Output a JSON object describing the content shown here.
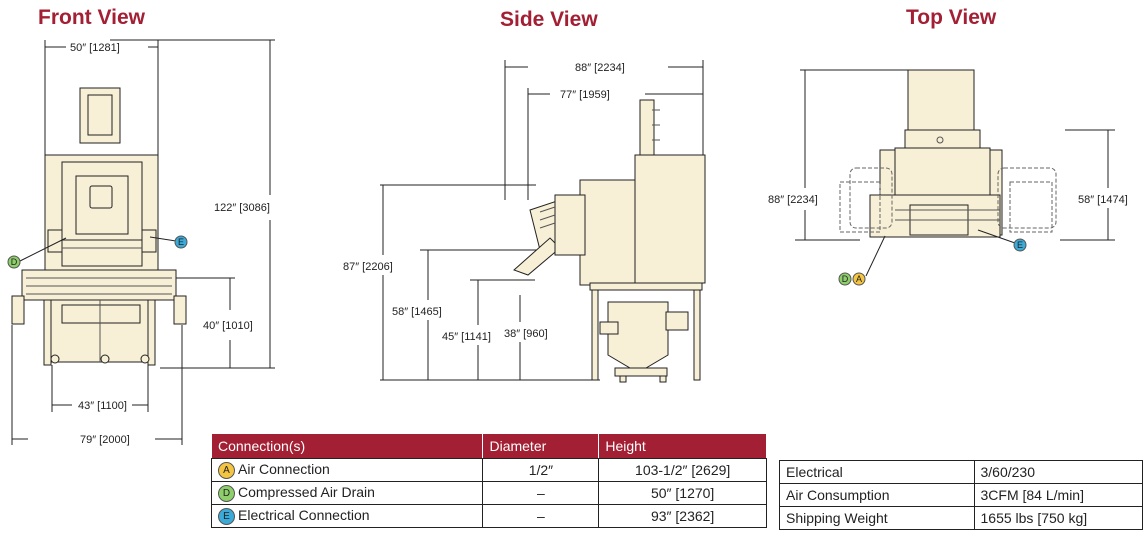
{
  "views": {
    "front": {
      "title": "Front View",
      "dims": {
        "width_top": "50″ [1281]",
        "height_total": "122″ [3086]",
        "height_table": "40″ [1010]",
        "width_legs": "43″ [1100]",
        "width_total": "79″ [2000]"
      },
      "labels": {
        "d": "D",
        "e": "E"
      }
    },
    "side": {
      "title": "Side View",
      "dims": {
        "length_total": "88″ [2234]",
        "length_inner": "77″ [1959]",
        "height_87": "87″ [2206]",
        "height_58": "58″ [1465]",
        "height_45": "45″ [1141]",
        "height_38": "38″ [960]"
      }
    },
    "top": {
      "title": "Top View",
      "dims": {
        "depth": "88″ [2234]",
        "depth_inner": "58″ [1474]"
      },
      "labels": {
        "d": "D",
        "a": "A",
        "e": "E"
      }
    }
  },
  "connections_table": {
    "headers": [
      "Connection(s)",
      "Diameter",
      "Height"
    ],
    "rows": [
      {
        "badge": "A",
        "name": "Air Connection",
        "diameter": "1/2″",
        "height": "103-1/2″ [2629]"
      },
      {
        "badge": "D",
        "name": "Compressed Air Drain",
        "diameter": "–",
        "height": "50″ [1270]"
      },
      {
        "badge": "E",
        "name": "Electrical Connection",
        "diameter": "–",
        "height": "93″ [2362]"
      }
    ]
  },
  "specs_table": {
    "rows": [
      {
        "label": "Electrical",
        "value": "3/60/230"
      },
      {
        "label": "Air Consumption",
        "value": "3CFM [84 L/min]"
      },
      {
        "label": "Shipping Weight",
        "value": "1655 lbs [750 kg]"
      }
    ]
  },
  "colors": {
    "title": "#a31f33",
    "header_bg": "#a31f33",
    "machine_fill": "#f7efd6",
    "badge_a": "#f4c542",
    "badge_d": "#8fcf6b",
    "badge_e": "#3aaad8"
  }
}
